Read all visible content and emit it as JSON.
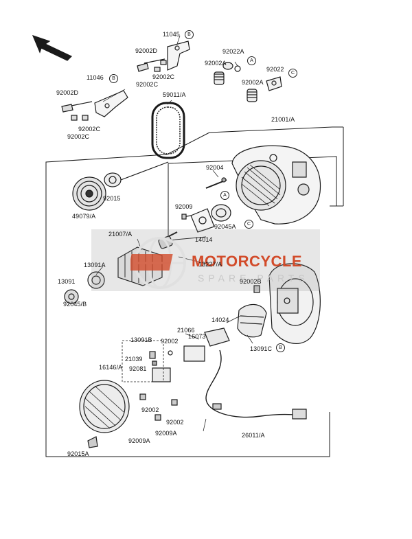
{
  "parts": {
    "p11045": "11045",
    "p92002D_top": "92002D",
    "p92002C_a": "92002C",
    "p92002C_b": "92002C",
    "p92022A": "92022A",
    "p92002A_a": "92002A",
    "p92022": "92022",
    "p92002A_b": "92002A",
    "p11046": "11046",
    "p92002D_left": "92002D",
    "p92002C_c": "92002C",
    "p92002C_d": "92002C",
    "p59011A": "59011/A",
    "p21001A": "21001/A",
    "p92004": "92004",
    "p92015": "92015",
    "p49079A": "49079/A",
    "p92009": "92009",
    "p14014": "14014",
    "p92045A": "92045A",
    "p21007A": "21007/A",
    "p13227A": "13227/A",
    "p13091A": "13091A",
    "p13091": "13091",
    "p92045B": "92045/B",
    "p92002B": "92002B",
    "p21066": "21066",
    "p14024": "14024",
    "p16073": "16073",
    "p13091B": "13091B",
    "p92002_a": "92002",
    "p21039": "21039",
    "p16146A": "16146/A",
    "p92081": "92081",
    "p13091C": "13091C",
    "p92002_b": "92002",
    "p92002_c": "92002",
    "p92009A_a": "92009A",
    "p92009A_b": "92009A",
    "p26011A": "26011/A",
    "p92015A": "92015A"
  },
  "refs": {
    "A": "A",
    "B": "B",
    "C": "C"
  },
  "watermark": {
    "line1": "MOTORCYCLE",
    "line2": "SPARE PARTS"
  },
  "colors": {
    "ink": "#1a1a1a",
    "watermark_brand": "#d24b2a",
    "watermark_band": "#808080"
  }
}
